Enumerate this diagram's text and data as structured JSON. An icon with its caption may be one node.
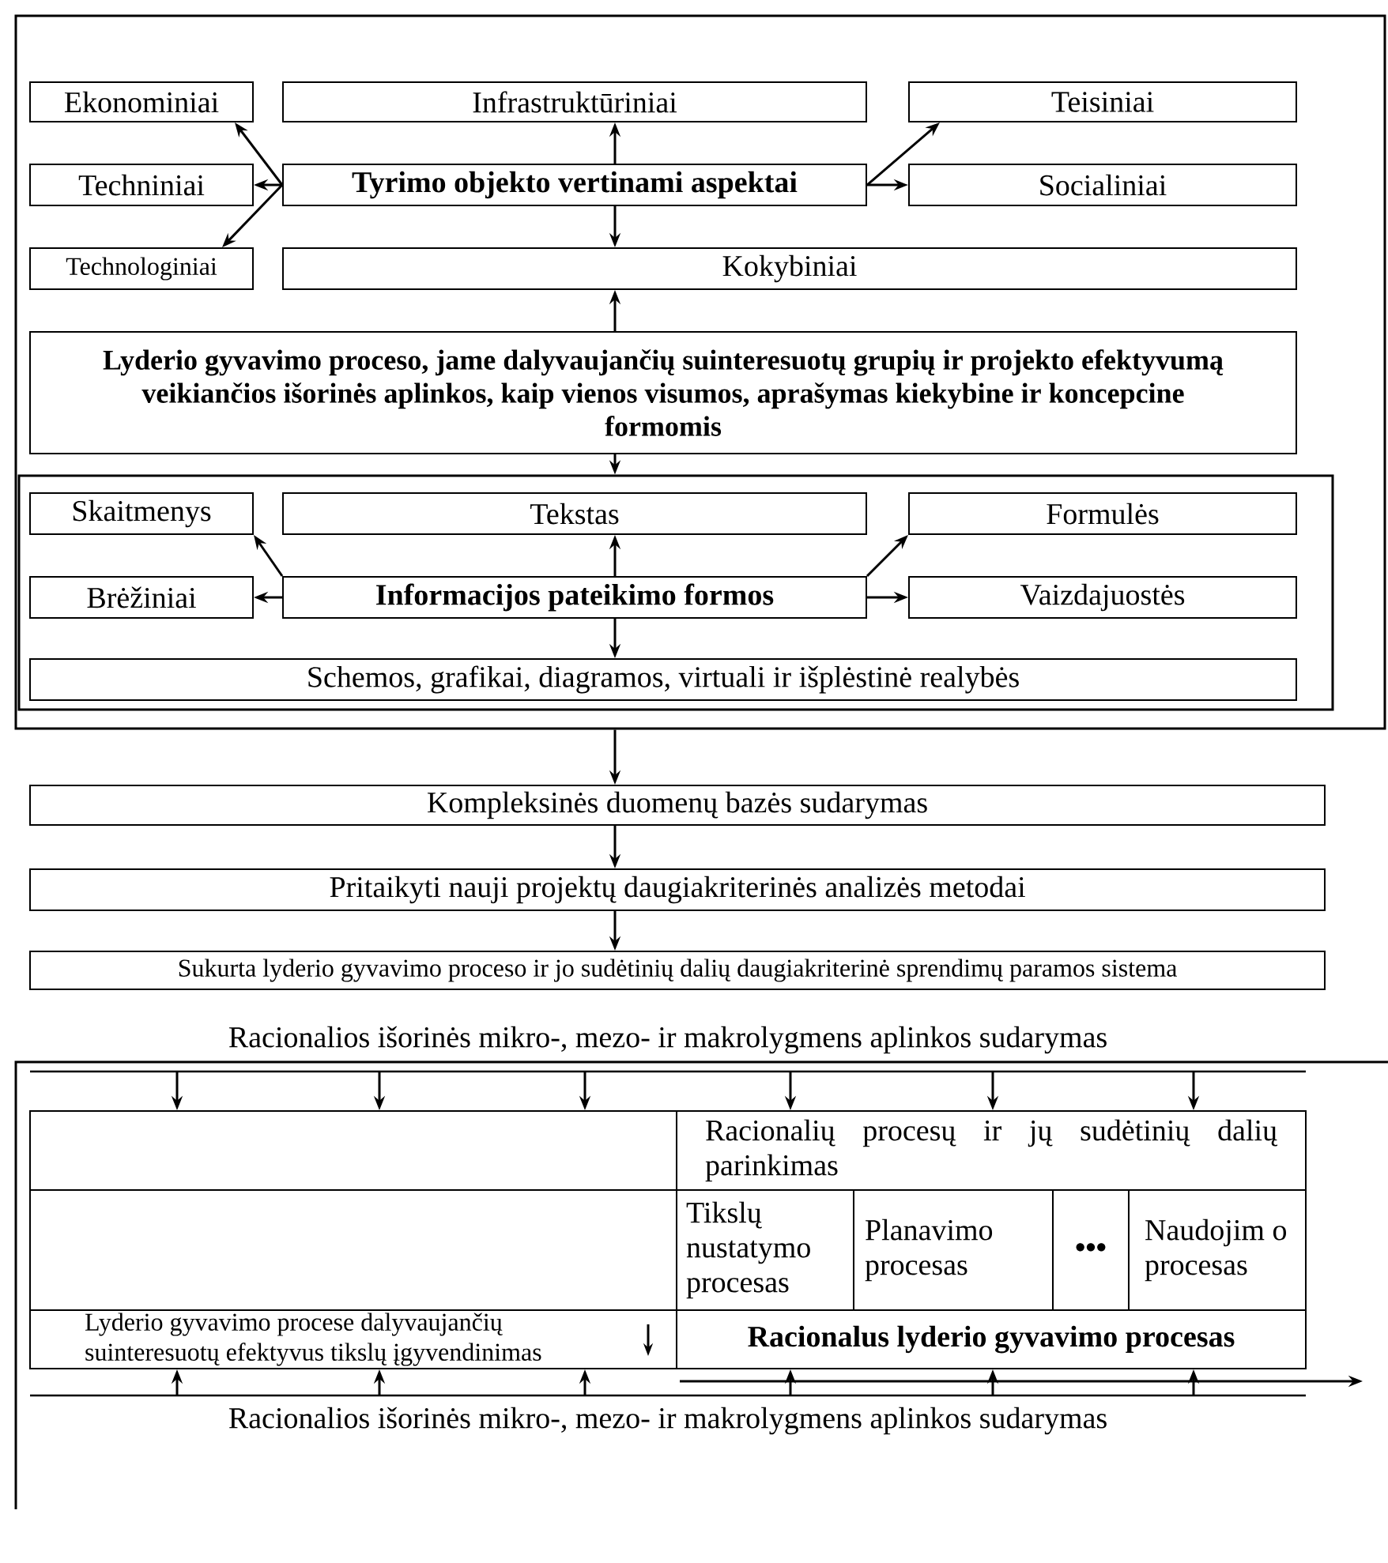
{
  "diagram": {
    "nodes": [
      {
        "text": [],
        "shape": "box"
      },
      {
        "text": [
          "Ekonominiai"
        ],
        "in": 0
      },
      {
        "text": [
          "Infrastruktūriniai"
        ],
        "in": 0
      },
      {
        "text": [
          "Teisiniai"
        ],
        "in": 0
      },
      {
        "text": [
          "Techniniai"
        ],
        "in": 0
      },
      {
        "text": [
          "Tyrimo objekto vertinami aspektai"
        ],
        "in": 0
      },
      {
        "text": [
          "Socialiniai"
        ],
        "in": 0
      },
      {
        "text": [
          "Technologiniai"
        ],
        "in": 0
      },
      {
        "text": [
          "Kokybiniai"
        ],
        "in": 0
      },
      {
        "text": [
          "Lyderio gyvavimo proceso, jame dalyvaujančių suinteresuotų grupių ir projekto efektyvumą veikiančios išorinės aplinkos, kaip vienos visumos, aprašymas kiekybine ir koncepcine formomis"
        ],
        "in": 0
      },
      {
        "text": [],
        "shape": "box",
        "in": 0
      },
      {
        "text": [
          "Skaitmenys"
        ],
        "in": 10
      },
      {
        "text": [
          "Tekstas"
        ],
        "in": 10
      },
      {
        "text": [
          "Formulės"
        ],
        "in": 10
      },
      {
        "text": [
          "Brėžiniai"
        ],
        "in": 10
      },
      {
        "text": [
          "Informacijos pateikimo formos"
        ],
        "in": 10
      },
      {
        "text": [
          "Vaizdajuostės"
        ],
        "in": 10
      },
      {
        "text": [
          "Schemos, grafikai, diagramos, virtuali ir išplėstinė realybės"
        ],
        "in": 10
      },
      {
        "text": [
          "Kompleksinės duomenų bazės sudarymas"
        ]
      },
      {
        "text": [
          "Pritaikyti nauji projektų daugiakriterinės analizės metodai"
        ]
      },
      {
        "text": [
          "Sukurta lyderio gyvavimo proceso ir jo sudėtinių dalių daugiakriterinė sprendimų paramos sistema"
        ]
      },
      {
        "text": [],
        "shape": "box"
      },
      {
        "text": [
          "Racionalios išorinės mikro-, mezo- ir makrolygmens aplinkos sudarymas"
        ]
      },
      {
        "text": [],
        "shape": "box",
        "in": 21
      },
      {
        "text": [
          "Racionalių procesų ir jų sudėtinių dalių parinkimas"
        ],
        "in": 21
      },
      {
        "text": [],
        "shape": "box",
        "in": 21
      },
      {
        "text": [
          "Tikslų nustatymo procesas"
        ],
        "in": 21
      },
      {
        "text": [
          "Planavimo procesas"
        ],
        "in": 21
      },
      {
        "text": [
          "•••"
        ],
        "in": 21
      },
      {
        "text": [
          "Naudojim o procesas"
        ],
        "in": 21
      },
      {
        "text": [
          "Lyderio gyvavimo procese dalyvaujančių suinteresuotų efektyvus tikslų įgyvendinimas"
        ],
        "in": 21
      },
      {
        "text": [
          "Racionalus lyderio gyvavimo procesas"
        ],
        "in": 21
      },
      {
        "text": [
          "Racionalios išorinės mikro-, mezo- ir makrolygmens aplinkos sudarymas"
        ],
        "in": 21
      }
    ],
    "edges": [
      {
        "from": 5,
        "to": 1,
        "arrow": "to"
      },
      {
        "from": 5,
        "to": 4,
        "arrow": "to"
      },
      {
        "from": 5,
        "to": 7,
        "arrow": "to"
      },
      {
        "from": 5,
        "to": 2,
        "arrow": "to"
      },
      {
        "from": 5,
        "to": 3,
        "arrow": "to"
      },
      {
        "from": 5,
        "to": 6,
        "arrow": "to"
      },
      {
        "from": 5,
        "to": 8,
        "arrow": "to"
      },
      {
        "from": 9,
        "to": 8,
        "arrow": "to"
      },
      {
        "from": 9,
        "to": 10,
        "arrow": "to"
      },
      {
        "from": 15,
        "to": 12,
        "arrow": "to"
      },
      {
        "from": 15,
        "to": 17,
        "arrow": "to"
      },
      {
        "from": 15,
        "to": 11,
        "arrow": "to"
      },
      {
        "from": 15,
        "to": 14,
        "arrow": "to"
      },
      {
        "from": 15,
        "to": 13,
        "arrow": "to"
      },
      {
        "from": 15,
        "to": 16,
        "arrow": "to"
      },
      {
        "from": 0,
        "to": 18,
        "arrow": "to"
      },
      {
        "from": 18,
        "to": 19,
        "arrow": "to"
      },
      {
        "from": 19,
        "to": 20,
        "arrow": "to"
      },
      {
        "from": 22,
        "to": 23,
        "arrow": "to"
      },
      {
        "from": 22,
        "to": 23,
        "arrow": "to"
      },
      {
        "from": 22,
        "to": 23,
        "arrow": "to"
      },
      {
        "from": 22,
        "to": 24,
        "arrow": "to"
      },
      {
        "from": 22,
        "to": 24,
        "arrow": "to"
      },
      {
        "from": 22,
        "to": 24,
        "arrow": "to"
      },
      {
        "from": 32,
        "to": 30,
        "arrow": "to"
      },
      {
        "from": 32,
        "to": 30,
        "arrow": "to"
      },
      {
        "from": 32,
        "to": 30,
        "arrow": "to"
      },
      {
        "from": 32,
        "to": 31,
        "arrow": "to"
      },
      {
        "from": 32,
        "to": 31,
        "arrow": "to"
      },
      {
        "from": 32,
        "to": 31,
        "arrow": "to"
      }
    ]
  }
}
